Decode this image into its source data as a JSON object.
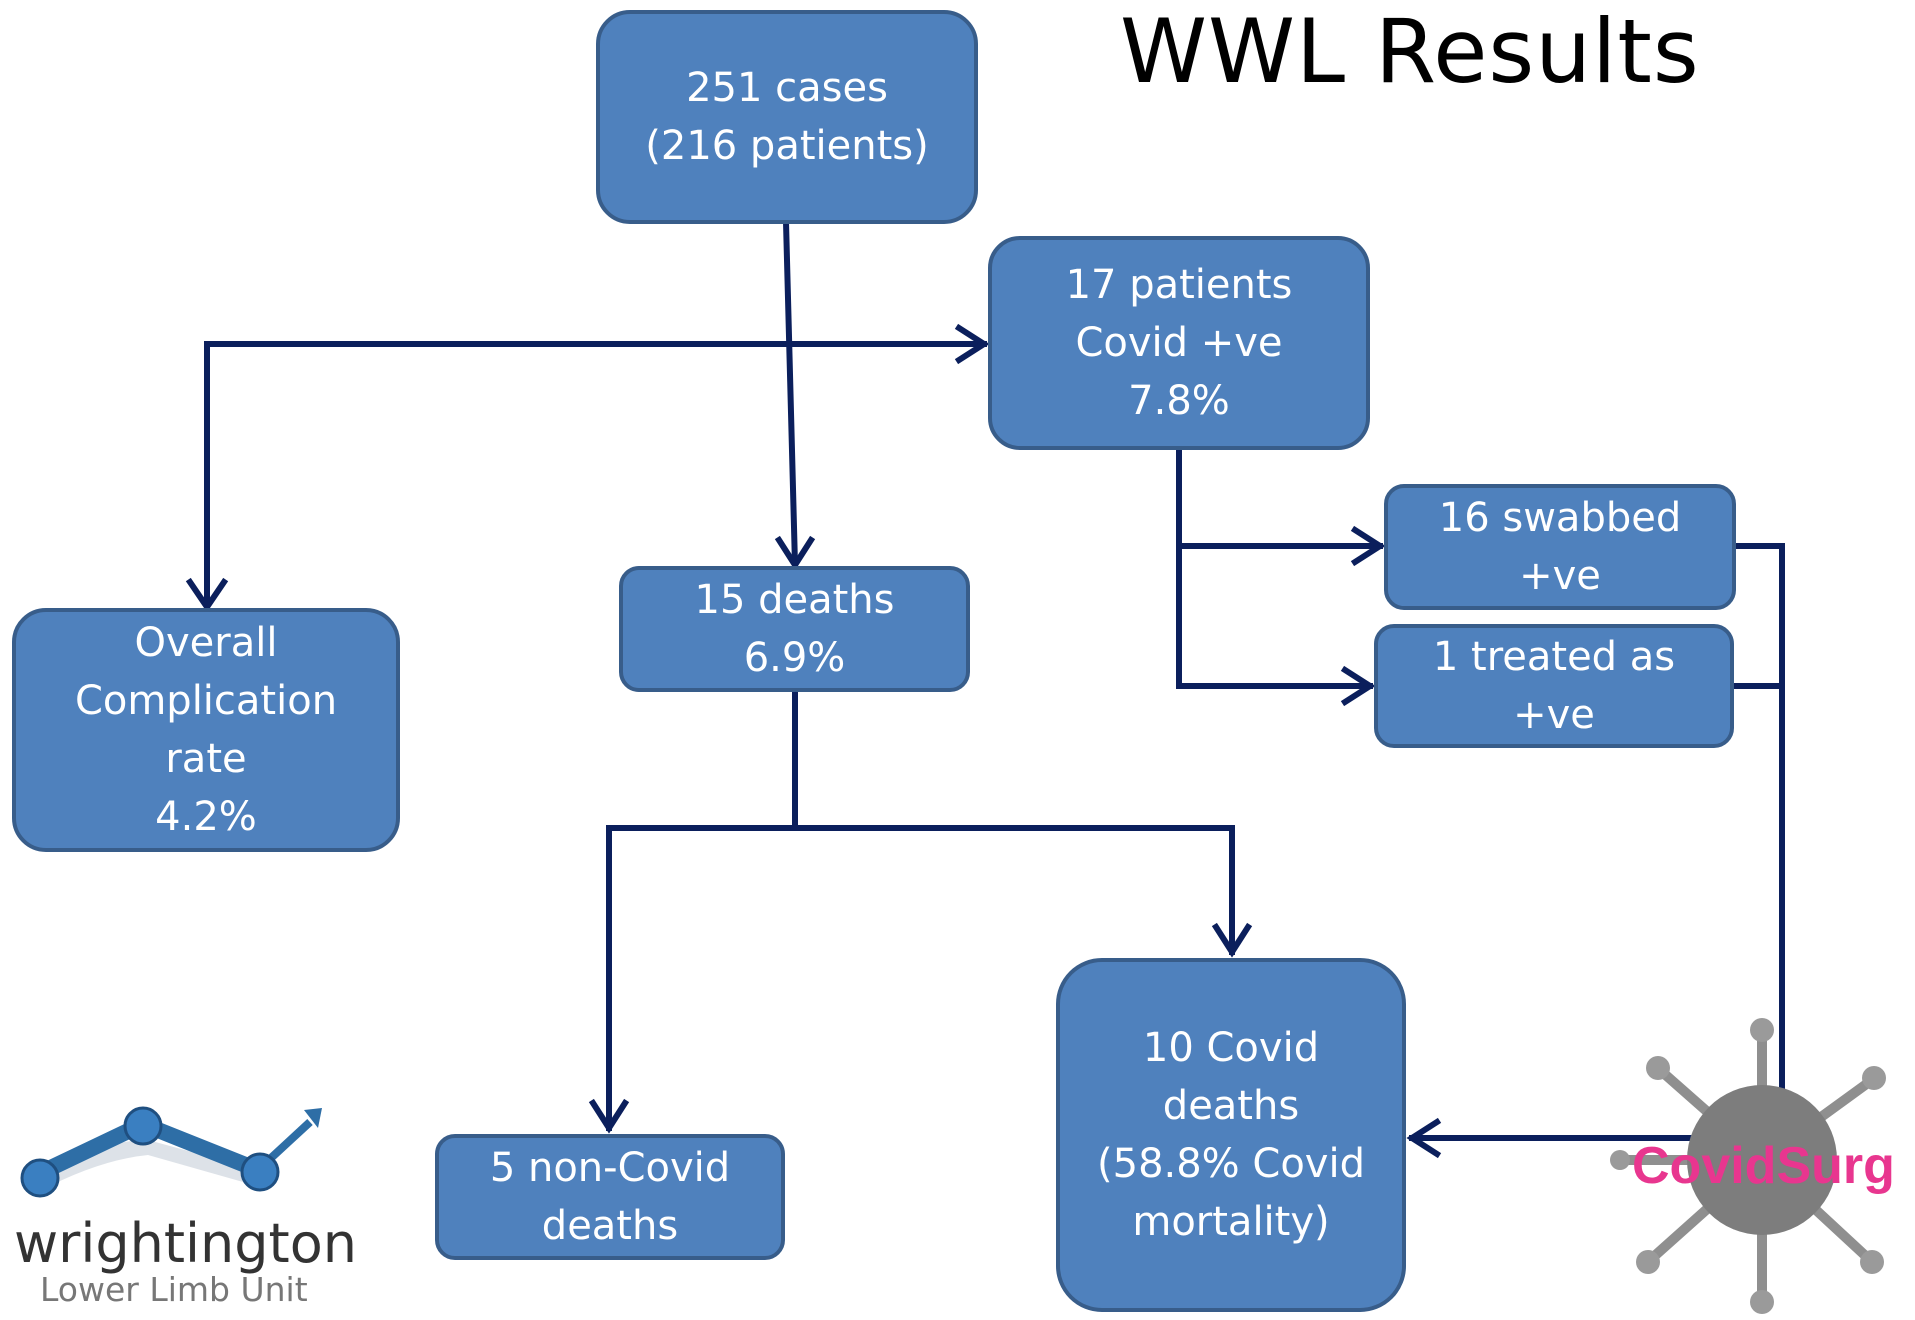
{
  "title": "WWL Results",
  "nodes": {
    "cases": {
      "line1": "251 cases",
      "line2": "(216 patients)"
    },
    "covid_patients": {
      "line1": "17 patients",
      "line2": "Covid +ve",
      "line3": "7.8%"
    },
    "swabbed": {
      "line1": "16 swabbed",
      "line2": "+ve"
    },
    "treated": {
      "line1": "1 treated as",
      "line2": "+ve"
    },
    "deaths": {
      "line1": "15 deaths",
      "line2": "6.9%"
    },
    "complication": {
      "line1": "Overall",
      "line2": "Complication",
      "line3": "rate",
      "line4": "4.2%"
    },
    "non_covid_deaths": {
      "line1": "5 non-Covid",
      "line2": "deaths"
    },
    "covid_deaths": {
      "line1": "10 Covid",
      "line2": "deaths",
      "line3": "(58.8% Covid",
      "line4": "mortality)"
    }
  },
  "logos": {
    "wrightington": {
      "name": "wrightington",
      "subtitle": "Lower Limb Unit"
    },
    "covidsurg": {
      "name": "CovidSurg"
    }
  },
  "colors": {
    "box_fill": "#4f81bd",
    "box_border": "#385d8a",
    "connector": "#0b1f5c",
    "covidsurg_pink": "#e8368f"
  }
}
